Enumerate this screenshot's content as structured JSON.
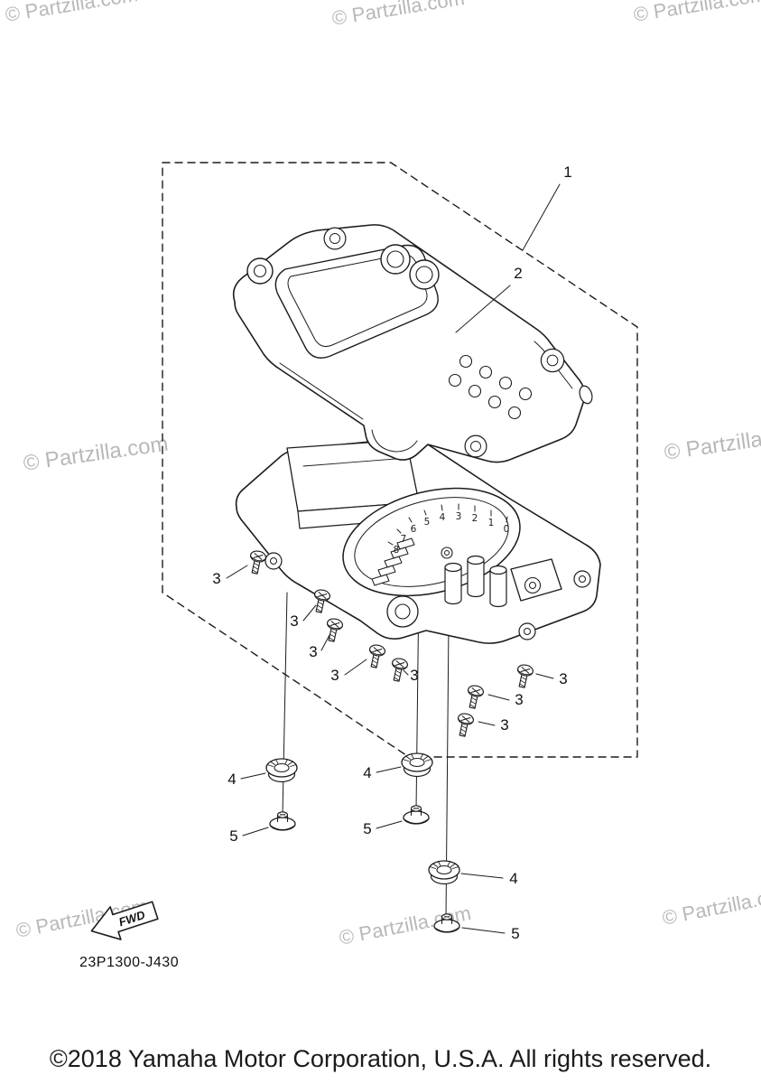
{
  "watermark": {
    "text": "© Partzilla.com",
    "color": "#b8b8b8"
  },
  "footer": {
    "copyright": "©2018 Yamaha Motor Corporation, U.S.A. All rights reserved."
  },
  "diagram": {
    "code": "23P1300-J430",
    "fwd_label": "FWD",
    "line_color": "#1c1c1c",
    "labels": {
      "part1": "1",
      "part2": "2",
      "part3": "3",
      "part4": "4",
      "part5": "5"
    },
    "gauge_numbers": [
      "0",
      "1",
      "2",
      "3",
      "4",
      "5",
      "6",
      "7",
      "8"
    ]
  }
}
